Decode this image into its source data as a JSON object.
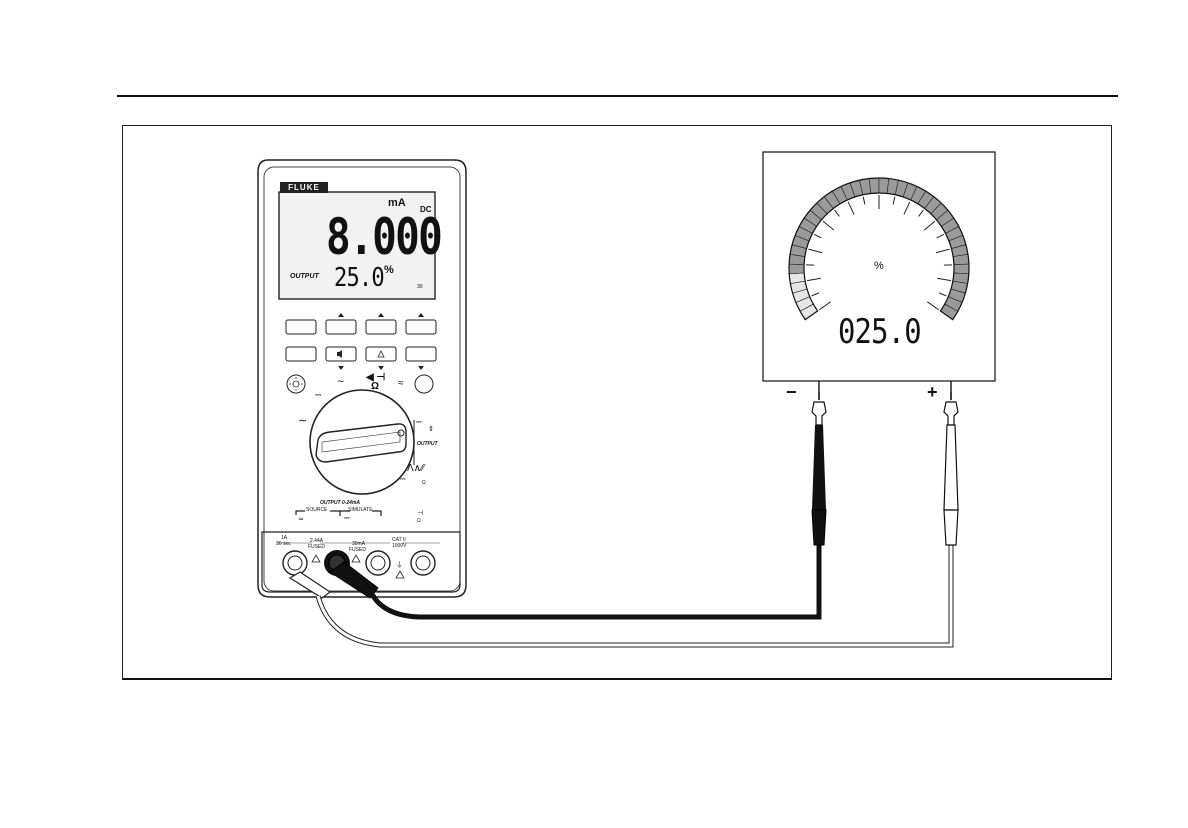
{
  "meter": {
    "brand": "FLUKE",
    "primary_unit": "mA",
    "primary_mode": "DC",
    "primary_reading": "8.000",
    "secondary_label": "OUTPUT",
    "secondary_reading": "25.0",
    "secondary_unit": "%",
    "hold_indicator": "30",
    "dial_output_label": "OUTPUT",
    "dial_output_range": "OUTPUT 0-24mA",
    "dial_source_label": "SOURCE",
    "dial_simulate_label": "SIMULATE",
    "jack_1a_label": "1A",
    "jack_1a_time": "30 sec",
    "jack_fuse1_label": "2.44A",
    "jack_fuse1_fused": "FUSED",
    "jack_ma_label": "30mA",
    "jack_ma_fused": "FUSED",
    "jack_cat_label": "CAT II",
    "jack_cat_voltage": "1000V"
  },
  "indicator": {
    "unit": "%",
    "reading": "025.0",
    "minus_label": "−",
    "plus_label": "+"
  }
}
